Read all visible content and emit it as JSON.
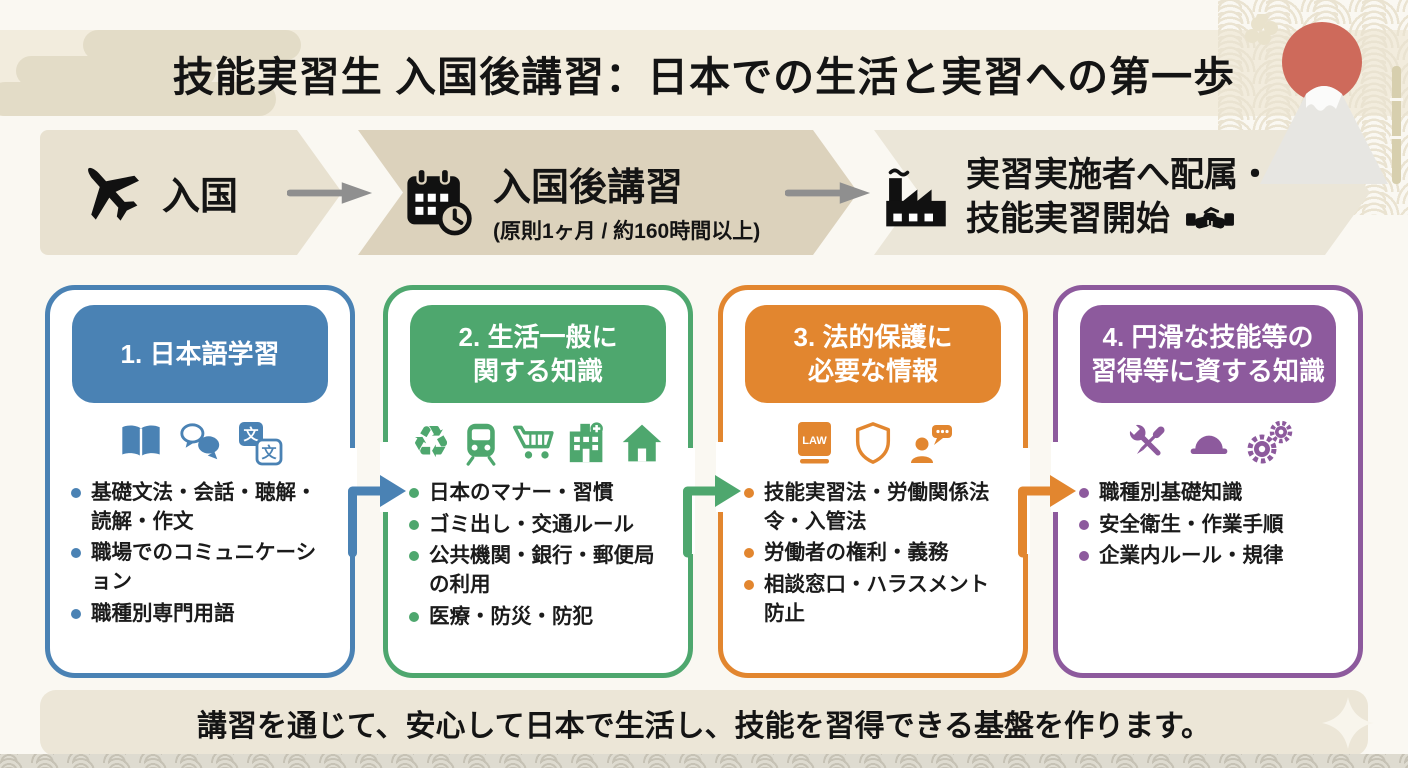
{
  "title": "技能実習生 入国後講習：日本での生活と実習への第一歩",
  "flow": {
    "step1": {
      "label": "入国"
    },
    "step2": {
      "label": "入国後講習",
      "sub": "(原則1ヶ月 / 約160時間以上)"
    },
    "step3": {
      "line1": "実習実施者へ配属・",
      "line2": "技能実習開始"
    }
  },
  "cards": [
    {
      "header_line1": "1. 日本語学習",
      "color": "#4a82b4",
      "bullets": [
        "基礎文法・会話・聴解・読解・作文",
        "職場でのコミュニケーション",
        "職種別専門用語"
      ]
    },
    {
      "header_line1": "2. 生活一般に",
      "header_line2": "関する知識",
      "color": "#4ea76e",
      "bullets": [
        "日本のマナー・習慣",
        "ゴミ出し・交通ルール",
        "公共機関・銀行・郵便局の利用",
        "医療・防災・防犯"
      ]
    },
    {
      "header_line1": "3. 法的保護に",
      "header_line2": "必要な情報",
      "color": "#e2862f",
      "bullets": [
        "技能実習法・労働関係法令・入管法",
        "労働者の権利・義務",
        "相談窓口・ハラスメント防止"
      ]
    },
    {
      "header_line1": "4. 円滑な技能等の",
      "header_line2": "習得等に資する知識",
      "color": "#8d5a9d",
      "bullets": [
        "職種別基礎知識",
        "安全衛生・作業手順",
        "企業内ルール・規律"
      ]
    }
  ],
  "glyphs": {
    "recycle": "♻",
    "law": "LAW",
    "bun": "文"
  },
  "footer": "講習を通じて、安心して日本で生活し、技能を習得できる基盤を作ります。",
  "colors": {
    "blue": "#4a82b4",
    "green": "#4ea76e",
    "orange": "#e2862f",
    "purple": "#8d5a9d",
    "page_bg": "#faf8f2",
    "title_band": "#f2ecdd",
    "banner_seg1": "#e8e1d0",
    "banner_seg2": "#dcd2bc",
    "banner_seg3": "#ebe6d8",
    "footer_bar": "#ece6d7",
    "arrow_gray": "#8f8f8f",
    "sun_red": "#ce6a5b",
    "text": "#141414"
  }
}
